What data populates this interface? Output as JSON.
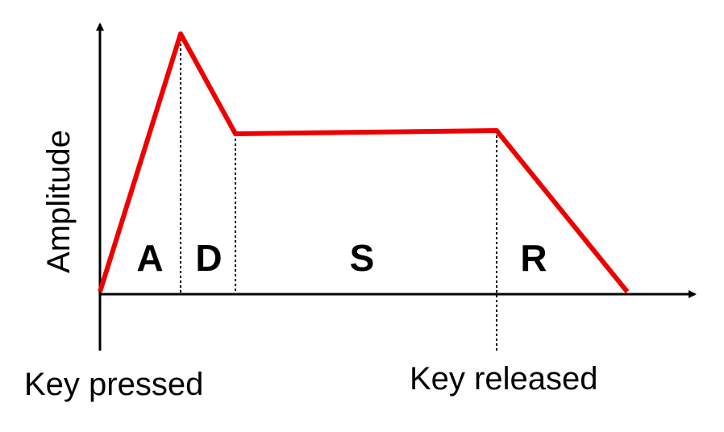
{
  "diagram": {
    "y_axis_label": "Amplitude",
    "phases": [
      "A",
      "D",
      "S",
      "R"
    ],
    "events": {
      "start": "Key pressed",
      "end": "Key released"
    },
    "envelope_color": "#ee0000",
    "axis_color": "#000000"
  }
}
